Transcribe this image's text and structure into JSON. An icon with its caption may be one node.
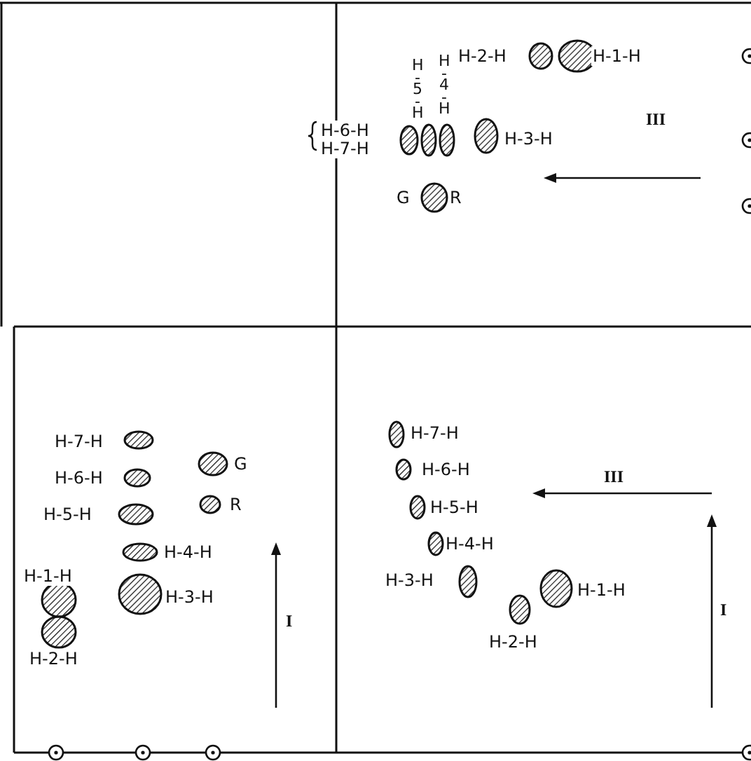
{
  "diagram": {
    "labels": [
      "H-2-H",
      "H-1-H",
      "H-5-H",
      "H-4-H",
      "H-6-H",
      "H-7-H",
      "H-3-H",
      "III",
      "G",
      "R",
      "H-7-H",
      "H-6-H",
      "G",
      "H-5-H",
      "R",
      "H-4-H",
      "H-1-H",
      "H-3-H",
      "I",
      "H-2-H",
      "H-7-H",
      "H-6-H",
      "III",
      "H-5-H",
      "H-4-H",
      "H-3-H",
      "H-1-H",
      "I",
      "H-2-H"
    ]
  }
}
